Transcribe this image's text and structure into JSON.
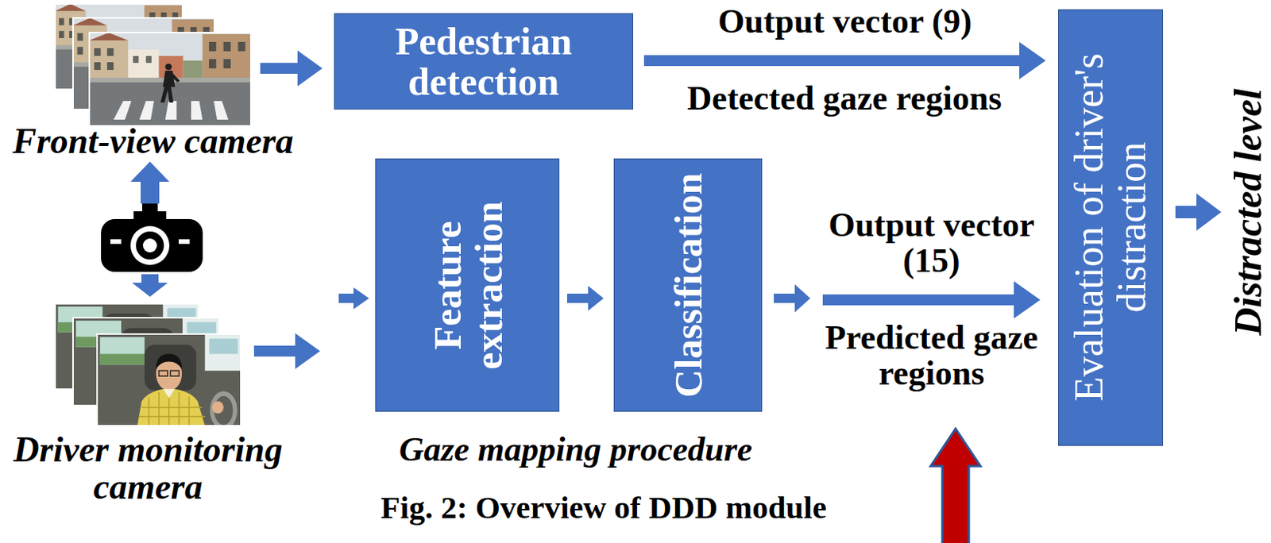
{
  "diagram": {
    "caption": "Fig. 2: Overview of DDD module",
    "nodes": [
      {
        "text": [
          "Front-view camera"
        ]
      },
      {
        "text": [
          "Pedestrian detection"
        ]
      },
      {
        "text": [
          "Driver monitoring camera"
        ]
      },
      {
        "text": [
          "Gaze mapping procedure"
        ]
      },
      {
        "text": [
          "Feature extraction"
        ],
        "in": 3
      },
      {
        "text": [
          "Classification"
        ],
        "in": 3
      },
      {
        "text": [
          "Evaluation of driver's distraction"
        ]
      }
    ],
    "edges": [
      {
        "from": 0,
        "to": 1,
        "arrow": "to"
      },
      {
        "from": 1,
        "to": 6,
        "label": "Output vector (9)",
        "arrow": "to"
      },
      {
        "from": 2,
        "to": 3,
        "arrow": "to"
      },
      {
        "from": 4,
        "to": 5,
        "arrow": "to"
      },
      {
        "from": 3,
        "to": 6,
        "label": "Output vector (15)",
        "arrow": "to"
      }
    ],
    "labels": [
      "Detected gaze regions",
      "Predicted gaze regions",
      "Distracted level"
    ]
  }
}
